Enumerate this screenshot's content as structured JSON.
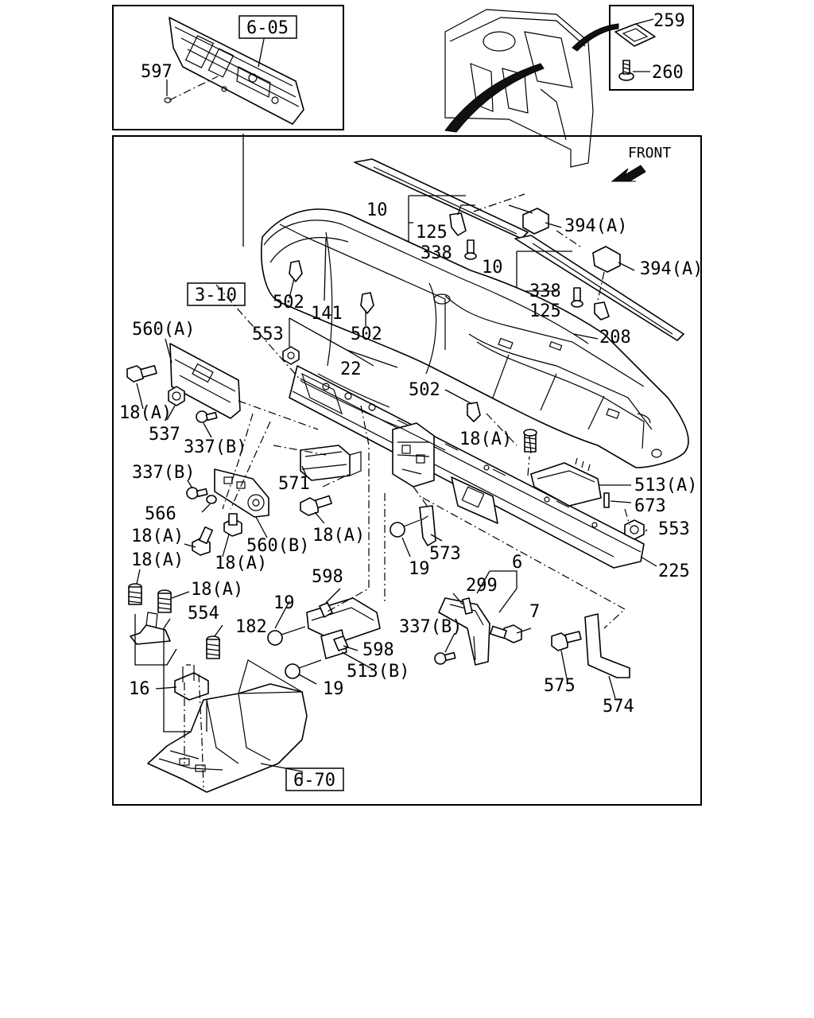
{
  "diagram": {
    "front_label": "FRONT",
    "ref_boxes": {
      "r605": "6-05",
      "r310": "3-10",
      "r670": "6-70"
    },
    "callouts": {
      "c597": "597",
      "c259": "259",
      "c260": "260",
      "c10a": "10",
      "c394a": "394(A)",
      "c125a": "125",
      "c338a": "338",
      "c10b": "10",
      "c394b": "394(A)",
      "c338b": "338",
      "c125b": "125",
      "c208": "208",
      "c502a": "502",
      "c141": "141",
      "c502b": "502",
      "c553a": "553",
      "c22": "22",
      "c502c": "502",
      "c560a": "560(A)",
      "c18a1": "18(A)",
      "c537": "537",
      "c337b1": "337(B)",
      "c18a2": "18(A)",
      "c513a": "513(A)",
      "c673": "673",
      "c571": "571",
      "c337b2": "337(B)",
      "c566": "566",
      "c18a3": "18(A)",
      "c553b": "553",
      "c18a4": "18(A)",
      "c560b": "560(B)",
      "c18a5": "18(A)",
      "c19a": "19",
      "c573": "573",
      "c225": "225",
      "c18a6": "18(A)",
      "c18a7": "18(A)",
      "c598a": "598",
      "c6": "6",
      "c554": "554",
      "c299": "299",
      "c19b": "19",
      "c182": "182",
      "c7": "7",
      "c337b3": "337(B)",
      "c598b": "598",
      "c513b": "513(B)",
      "c16": "16",
      "c19c": "19",
      "c575": "575",
      "c574": "574"
    }
  }
}
